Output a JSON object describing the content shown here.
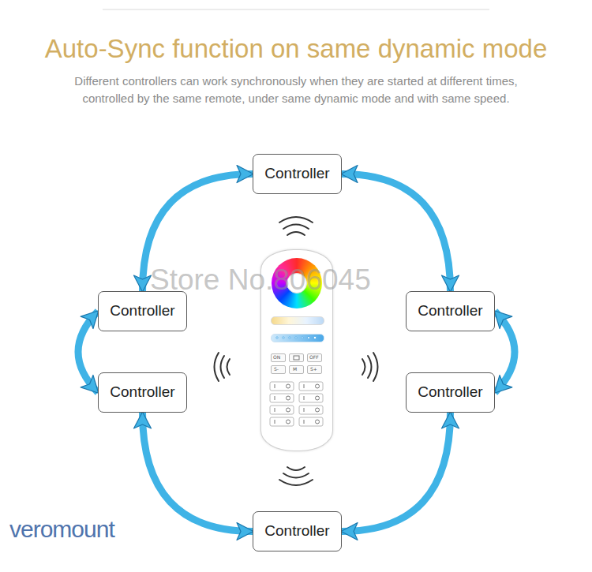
{
  "diagram": {
    "title": "Auto-Sync function on same dynamic mode",
    "caption": "Different controllers can work synchronously when they are started at different times, controlled by the same remote, under same dynamic mode and with same speed.",
    "nodes": [
      {
        "text": [
          "Controller"
        ]
      },
      {
        "text": [
          "Controller"
        ]
      },
      {
        "text": [
          "Controller"
        ]
      },
      {
        "text": [
          "Controller"
        ]
      },
      {
        "text": [
          "Controller"
        ]
      },
      {
        "text": [
          "Controller"
        ]
      }
    ],
    "edges": [
      {
        "from": 0,
        "to": 1,
        "arrow": "both"
      },
      {
        "from": 0,
        "to": 2,
        "arrow": "both"
      },
      {
        "from": 1,
        "to": 3,
        "arrow": "both"
      },
      {
        "from": 2,
        "to": 4,
        "arrow": "both"
      },
      {
        "from": 3,
        "to": 5,
        "arrow": "both"
      },
      {
        "from": 4,
        "to": 5,
        "arrow": "both"
      }
    ],
    "labels": [
      "Store No.806045",
      "veromount",
      "ON",
      "OFF",
      "S-",
      "M",
      "S+"
    ]
  }
}
